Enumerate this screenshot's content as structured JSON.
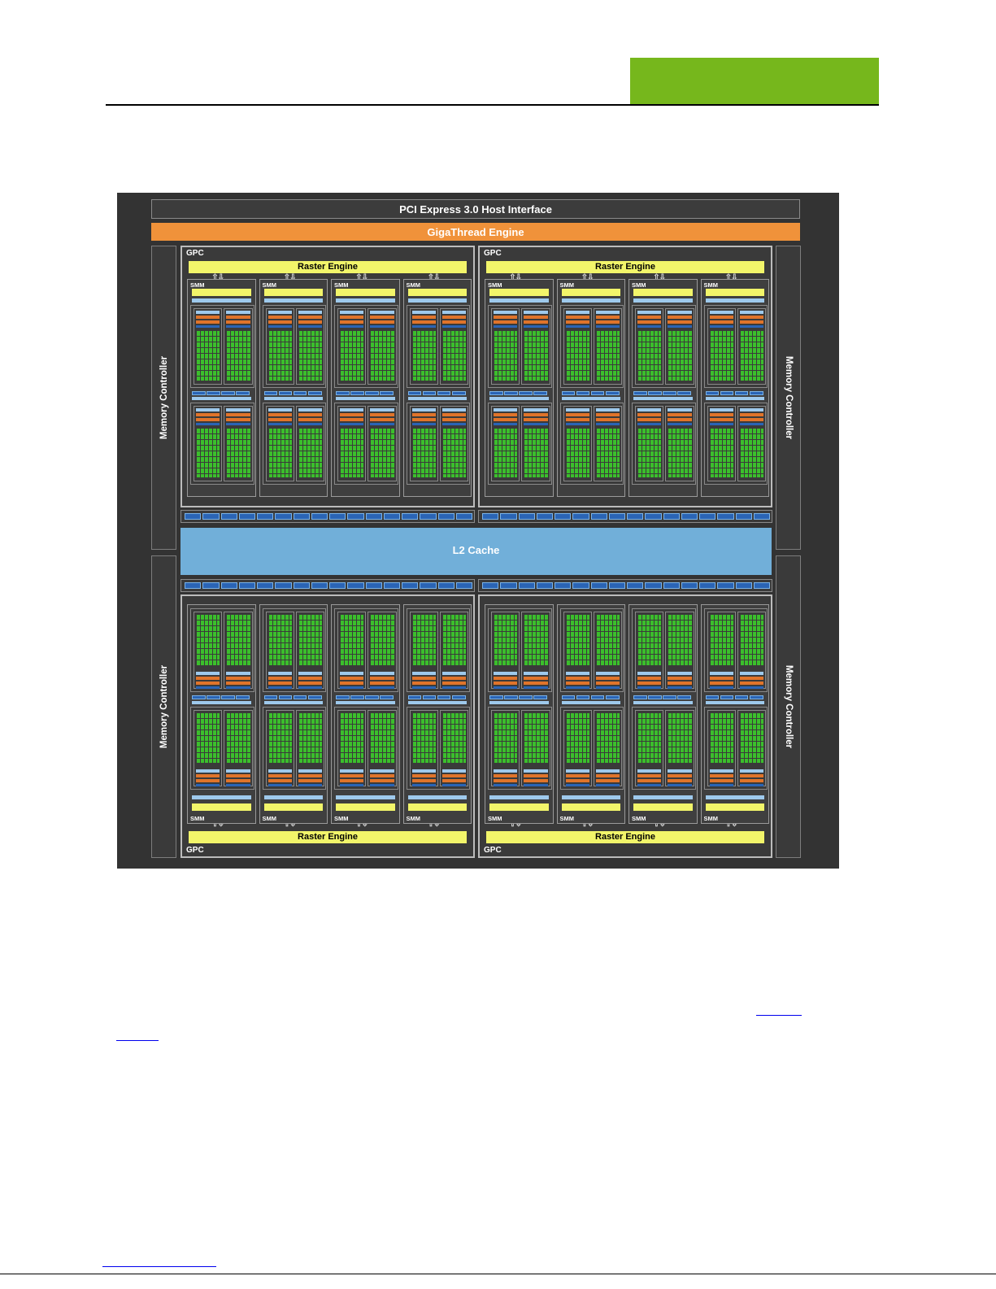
{
  "header": {
    "brand_color": "#76b71c"
  },
  "diagram": {
    "pci_label": "PCI Express 3.0 Host Interface",
    "gigathread_label": "GigaThread Engine",
    "memory_controller_label": "Memory Controller",
    "l2_label": "L2 Cache",
    "gpc_label": "GPC",
    "raster_label": "Raster Engine",
    "smm_label": "SMM",
    "colors": {
      "background": "#333333",
      "gigathread": "#f0923a",
      "raster": "#f2f56a",
      "l2": "#71afd9",
      "core": "#3bbf2c",
      "load_store": "#2a64b5",
      "register": "#e0742a"
    }
  }
}
